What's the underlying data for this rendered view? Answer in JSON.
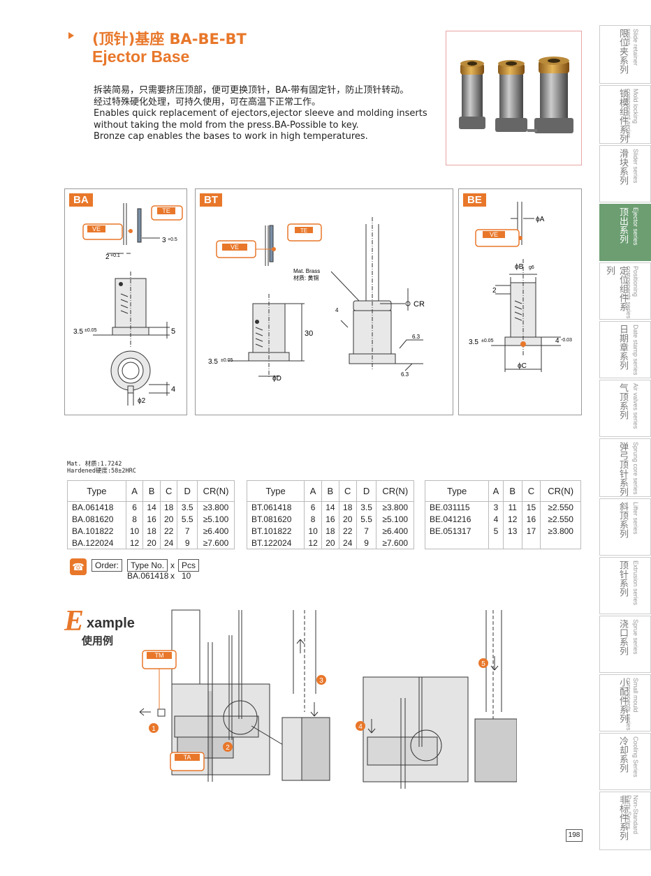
{
  "header": {
    "title_cn": "(顶针)基座 BA-BE-BT",
    "title_en": "Ejector Base",
    "description": [
      "拆装简易，只需要挤压顶部，便可更换顶针，BA-带有固定针，防止顶针转动。",
      "经过特殊硬化处理，可持久使用，可在高温下正常工作。",
      "Enables quick replacement of ejectors,ejector sleeve and molding inserts",
      "without taking the mold from the press.BA-Possible to key.",
      "Bronze cap enables the bases to work in high temperatures."
    ]
  },
  "panels": {
    "ba": {
      "tag": "BA",
      "labels": {
        "te": "TE",
        "ve": "VE",
        "dim_3": "3",
        "dim_3_tol": "+0.5",
        "dim_2": "2",
        "dim_2_tol": "+0.1",
        "dim_35": "3.5",
        "dim_35_tol": "±0.05",
        "dim_5": "5",
        "dim_4": "4",
        "dim_phi2": "ϕ2"
      }
    },
    "bt": {
      "tag": "BT",
      "labels": {
        "te": "TE",
        "ve": "VE",
        "mat": "Mat. Brass",
        "mat_cn": "材质: 黄铜",
        "cr": "CR",
        "dim_4": "4",
        "dim_30": "30",
        "dim_63a": "6.3",
        "dim_63b": "6.3",
        "dim_35": "3.5",
        "dim_35_tol": "±0.05",
        "phi_d": "ϕD"
      }
    },
    "be": {
      "tag": "BE",
      "labels": {
        "ve": "VE",
        "phi_a": "ϕA",
        "phi_b": "ϕB",
        "phi_b_tol": "g6",
        "dim_2": "2",
        "dim_35": "3.5",
        "dim_35_tol": "±0.05",
        "dim_4": "4",
        "dim_4_tol": "-0.03",
        "phi_c": "ϕC"
      }
    }
  },
  "material": {
    "mat": "Mat. 材质:1.7242",
    "hardness": "Hardened硬度:58±2HRC"
  },
  "tables": {
    "ba": {
      "headers": [
        "Type",
        "A",
        "B",
        "C",
        "D",
        "CR(N)"
      ],
      "rows": [
        [
          "BA.061418",
          "6",
          "14",
          "18",
          "3.5",
          "≥3.800"
        ],
        [
          "BA.081620",
          "8",
          "16",
          "20",
          "5.5",
          "≥5.100"
        ],
        [
          "BA.101822",
          "10",
          "18",
          "22",
          "7",
          "≥6.400"
        ],
        [
          "BA.122024",
          "12",
          "20",
          "24",
          "9",
          "≥7.600"
        ]
      ]
    },
    "bt": {
      "headers": [
        "Type",
        "A",
        "B",
        "C",
        "D",
        "CR(N)"
      ],
      "rows": [
        [
          "BT.061418",
          "6",
          "14",
          "18",
          "3.5",
          "≥3.800"
        ],
        [
          "BT.081620",
          "8",
          "16",
          "20",
          "5.5",
          "≥5.100"
        ],
        [
          "BT.101822",
          "10",
          "18",
          "22",
          "7",
          "≥6.400"
        ],
        [
          "BT.122024",
          "12",
          "20",
          "24",
          "9",
          "≥7.600"
        ]
      ]
    },
    "be": {
      "headers": [
        "Type",
        "A",
        "B",
        "C",
        "CR(N)"
      ],
      "rows": [
        [
          "BE.031115",
          "3",
          "11",
          "15",
          "≥2.550"
        ],
        [
          "BE.041216",
          "4",
          "12",
          "16",
          "≥2.550"
        ],
        [
          "BE.051317",
          "5",
          "13",
          "17",
          "≥3.800"
        ]
      ]
    }
  },
  "order": {
    "label": "Order:",
    "type_no": "Type No.",
    "x": "x",
    "pcs": "Pcs",
    "example_type": "BA.061418",
    "example_x": "x",
    "example_qty": "10"
  },
  "example": {
    "big_letter": "E",
    "rest": "xample",
    "cn": "使用例",
    "labels": {
      "tm": "TM",
      "ta": "TA",
      "step1": "1",
      "step2": "2",
      "step3": "3",
      "step4": "4",
      "step5": "5"
    }
  },
  "sidebar": {
    "items": [
      {
        "cn": "限位夹系列",
        "en": "Slide retainer series"
      },
      {
        "cn": "锁模组件系列",
        "en": "Mold locking component series"
      },
      {
        "cn": "滑块系列",
        "en": "Slider series"
      },
      {
        "cn": "顶出系列",
        "en": "Ejector series"
      },
      {
        "cn": "定位组件系列",
        "en": "Positioning components series"
      },
      {
        "cn": "日期章系列",
        "en": "Date stamp series"
      },
      {
        "cn": "气顶系列",
        "en": "Air valves series"
      },
      {
        "cn": "弹弓顶针系列",
        "en": "Sprung core series"
      },
      {
        "cn": "斜顶系列",
        "en": "Lifter series"
      },
      {
        "cn": "顶针系列",
        "en": "Extrusion series"
      },
      {
        "cn": "浇口系列",
        "en": "Sprue series"
      },
      {
        "cn": "小配件系列",
        "en": "Small mould components series"
      },
      {
        "cn": "冷却系列",
        "en": "Cooling Series"
      },
      {
        "cn": "非标件系列",
        "en": "Non-Standard Parts Series"
      }
    ],
    "active_index": 3,
    "active_color": "#6c9e72"
  },
  "page_number": "198",
  "accent_color": "#e8772a"
}
